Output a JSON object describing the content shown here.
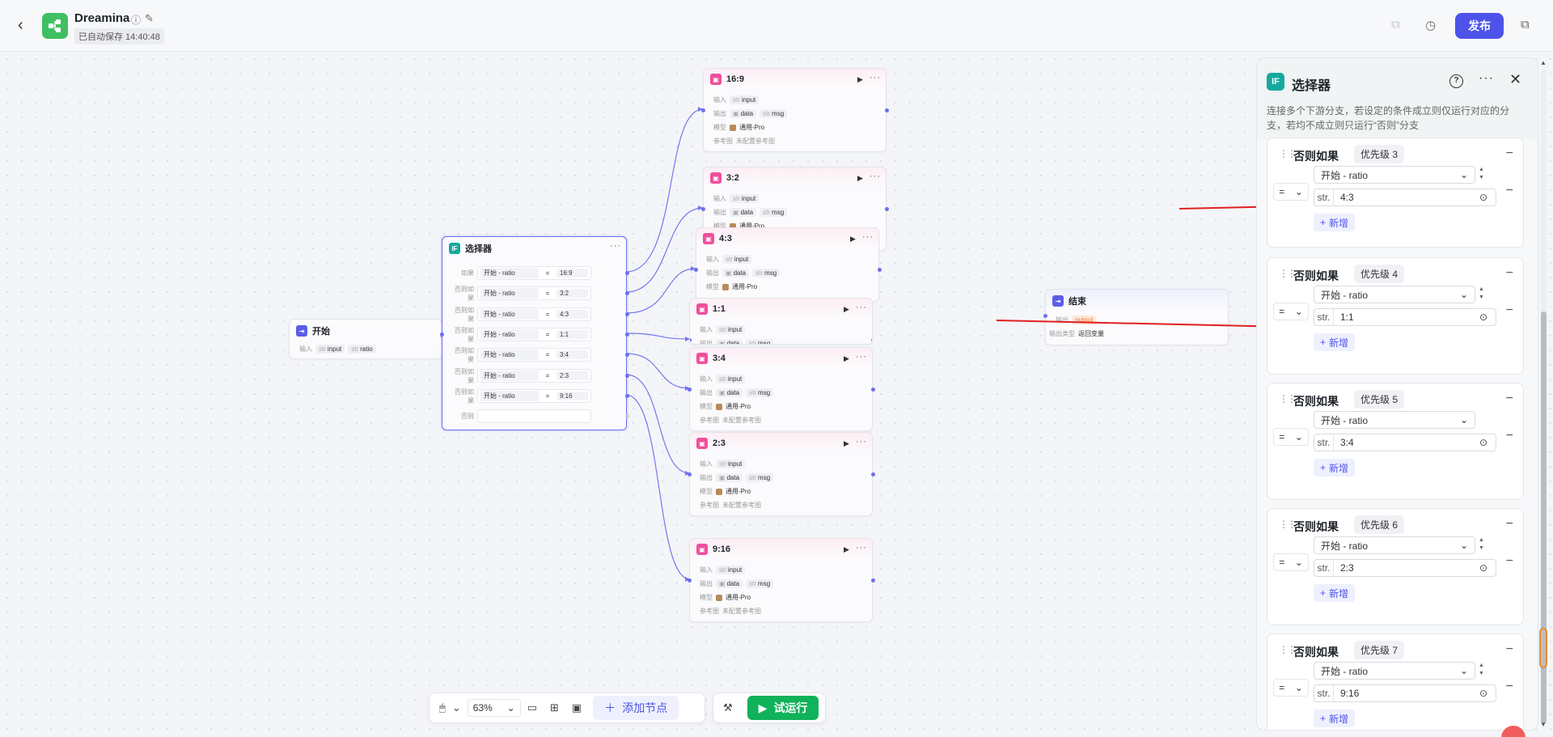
{
  "header": {
    "app_name": "Dreamina",
    "autosave": "已自动保存 14:40:48",
    "publish": "发布"
  },
  "start_node": {
    "title": "开始",
    "input_label": "输入",
    "inputs": [
      "input",
      "ratio"
    ]
  },
  "selector_node": {
    "title": "选择器",
    "rows": [
      {
        "label": "如果",
        "var": "开始 - ratio",
        "op": "=",
        "val": "16:9"
      },
      {
        "label": "否则如果",
        "var": "开始 - ratio",
        "op": "=",
        "val": "3:2"
      },
      {
        "label": "否则如果",
        "var": "开始 - ratio",
        "op": "=",
        "val": "4:3"
      },
      {
        "label": "否则如果",
        "var": "开始 - ratio",
        "op": "=",
        "val": "1:1"
      },
      {
        "label": "否则如果",
        "var": "开始 - ratio",
        "op": "=",
        "val": "3:4"
      },
      {
        "label": "否则如果",
        "var": "开始 - ratio",
        "op": "=",
        "val": "2:3"
      },
      {
        "label": "否则如果",
        "var": "开始 - ratio",
        "op": "=",
        "val": "9:16"
      }
    ],
    "else_label": "否则"
  },
  "image_nodes": [
    {
      "title": "16:9"
    },
    {
      "title": "3:2"
    },
    {
      "title": "4:3"
    },
    {
      "title": "1:1"
    },
    {
      "title": "3:4"
    },
    {
      "title": "2:3"
    },
    {
      "title": "9:16"
    }
  ],
  "node_labels": {
    "input": "输入",
    "output": "输出",
    "model": "模型",
    "ref": "参考图",
    "input_var": "input",
    "out_data": "data",
    "out_msg": "msg",
    "model_name": "通用-Pro",
    "ref_none": "未配置参考图",
    "str_prefix": "str"
  },
  "end_node": {
    "title": "结束",
    "output_label": "输出",
    "output_var": "output",
    "type_label": "输出类型",
    "type_value": "返回变量"
  },
  "toolbar": {
    "zoom": "63%",
    "add_node": "添加节点",
    "run": "试运行"
  },
  "panel": {
    "title": "选择器",
    "description": "连接多个下游分支，若设定的条件成立则仅运行对应的分支，若均不成立则只运行“否则”分支",
    "cards": [
      {
        "title": "否则如果",
        "priority": "优先级 3",
        "op": "=",
        "lhs": "开始 - ratio",
        "type": "str.",
        "value": "4:3",
        "add": "新增"
      },
      {
        "title": "否则如果",
        "priority": "优先级 4",
        "op": "=",
        "lhs": "开始 - ratio",
        "type": "str.",
        "value": "1:1",
        "add": "新增"
      },
      {
        "title": "否则如果",
        "priority": "优先级 5",
        "op": "=",
        "lhs": "开始 - ratio",
        "type": "str.",
        "value": "3:4",
        "add": "新增"
      },
      {
        "title": "否则如果",
        "priority": "优先级 6",
        "op": "=",
        "lhs": "开始 - ratio",
        "type": "str.",
        "value": "2:3",
        "add": "新增"
      },
      {
        "title": "否则如果",
        "priority": "优先级 7",
        "op": "=",
        "lhs": "开始 - ratio",
        "type": "str.",
        "value": "9:16",
        "add": "新增"
      }
    ]
  },
  "colors": {
    "accent": "#4d53e8",
    "run": "#10b25a",
    "arrow": "#e02020",
    "connector": "#6b6ff0"
  }
}
